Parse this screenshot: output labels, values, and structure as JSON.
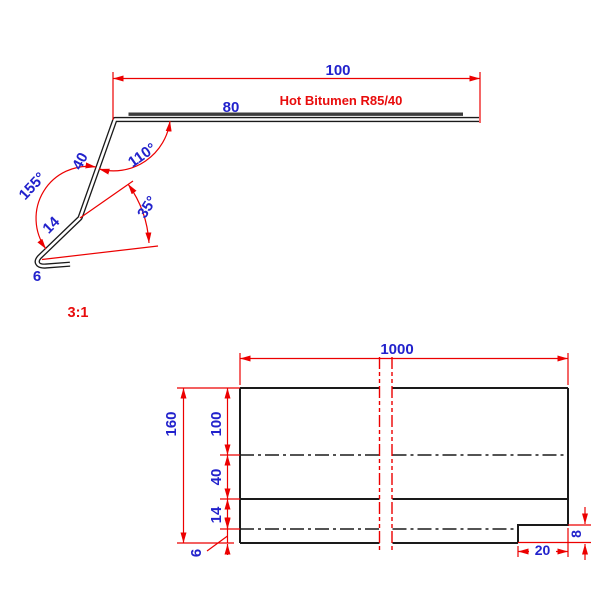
{
  "drawing": {
    "colors": {
      "object_line": "#1a1a1a",
      "dimension_line": "#ec0000",
      "dimension_text": "#2222cc",
      "note_text": "#e80c0c",
      "bitumen_strip": "#3c3c3c",
      "background": "#ffffff"
    },
    "profile_view": {
      "note": "Hot Bitumen R85/40",
      "scale_label": "3:1",
      "dim_top_width": "100",
      "dim_bitumen_length": "80",
      "dim_slope_leg": "40",
      "dim_lower_leg": "14",
      "dim_hem": "6",
      "angle_top_bend": "110°",
      "angle_mid_bend": "155°",
      "angle_hem_bend": "35°"
    },
    "flat_view": {
      "dim_length": "1000",
      "dim_total_width": "160",
      "dim_strip_100": "100",
      "dim_strip_40": "40",
      "dim_strip_14": "14",
      "dim_strip_6": "6",
      "dim_notch_width": "20",
      "dim_notch_height": "8"
    }
  }
}
